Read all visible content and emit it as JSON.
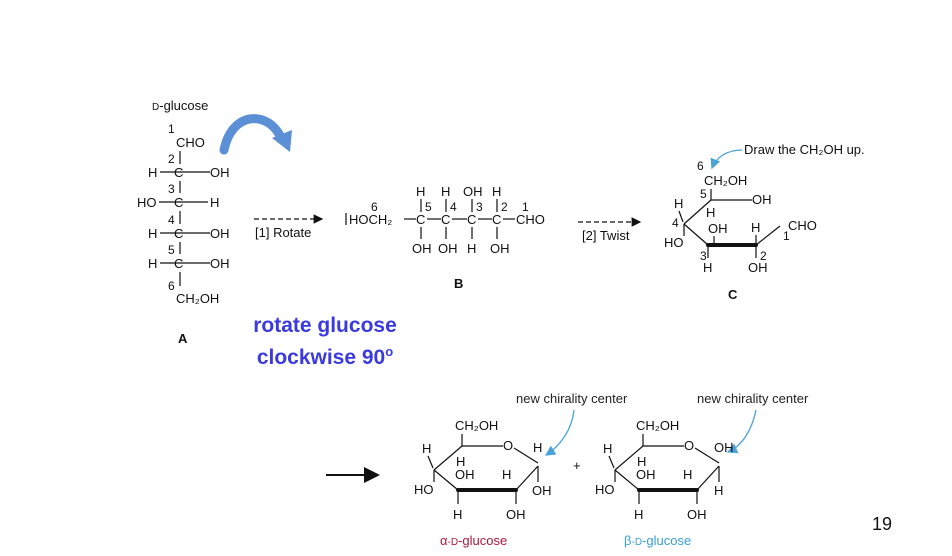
{
  "colors": {
    "hydroxyl_red": "#b0173a",
    "hydroxyl_blue": "#3aa0d8",
    "note_blue": "#3a3ae0",
    "arrow_blue": "#5b8fd6"
  },
  "fischer": {
    "title_prefix": "D",
    "title_rest": "-glucose",
    "label": "A",
    "c1": "CHO",
    "h": "H",
    "oh": "OH",
    "ho": "HO",
    "ch2oh": "CH₂OH",
    "nums": [
      "1",
      "2",
      "3",
      "4",
      "5",
      "6"
    ]
  },
  "step1": {
    "label": "[1] Rotate"
  },
  "step2": {
    "label": "[2] Twist"
  },
  "chainB": {
    "label": "B",
    "left": "HOCH₂",
    "right": "CHO",
    "top": [
      "H",
      "H",
      "OH",
      "H"
    ],
    "bottom": [
      "OH",
      "OH",
      "H",
      "OH"
    ],
    "nums": [
      "6",
      "5",
      "4",
      "3",
      "2",
      "1"
    ]
  },
  "structC": {
    "label": "C",
    "annotation": "Draw the CH₂OH up.",
    "ch2oh": "CH₂OH",
    "oh": "OH",
    "h": "H",
    "ho": "HO",
    "cho": "CHO",
    "nums": [
      "6",
      "5",
      "4",
      "3",
      "2",
      "1"
    ]
  },
  "note": {
    "line1": "rotate glucose",
    "line2": "clockwise 90",
    "sup": "o"
  },
  "products": {
    "chirality": "new chirality center",
    "plus": "+",
    "ch2oh": "CH₂OH",
    "o": "O",
    "h": "H",
    "oh": "OH",
    "ho": "HO",
    "alpha": {
      "greek": "α",
      "prefix": "-D",
      "rest": "-glucose"
    },
    "beta": {
      "greek": "β",
      "prefix": "-D",
      "rest": "-glucose"
    }
  },
  "page_number": "19"
}
